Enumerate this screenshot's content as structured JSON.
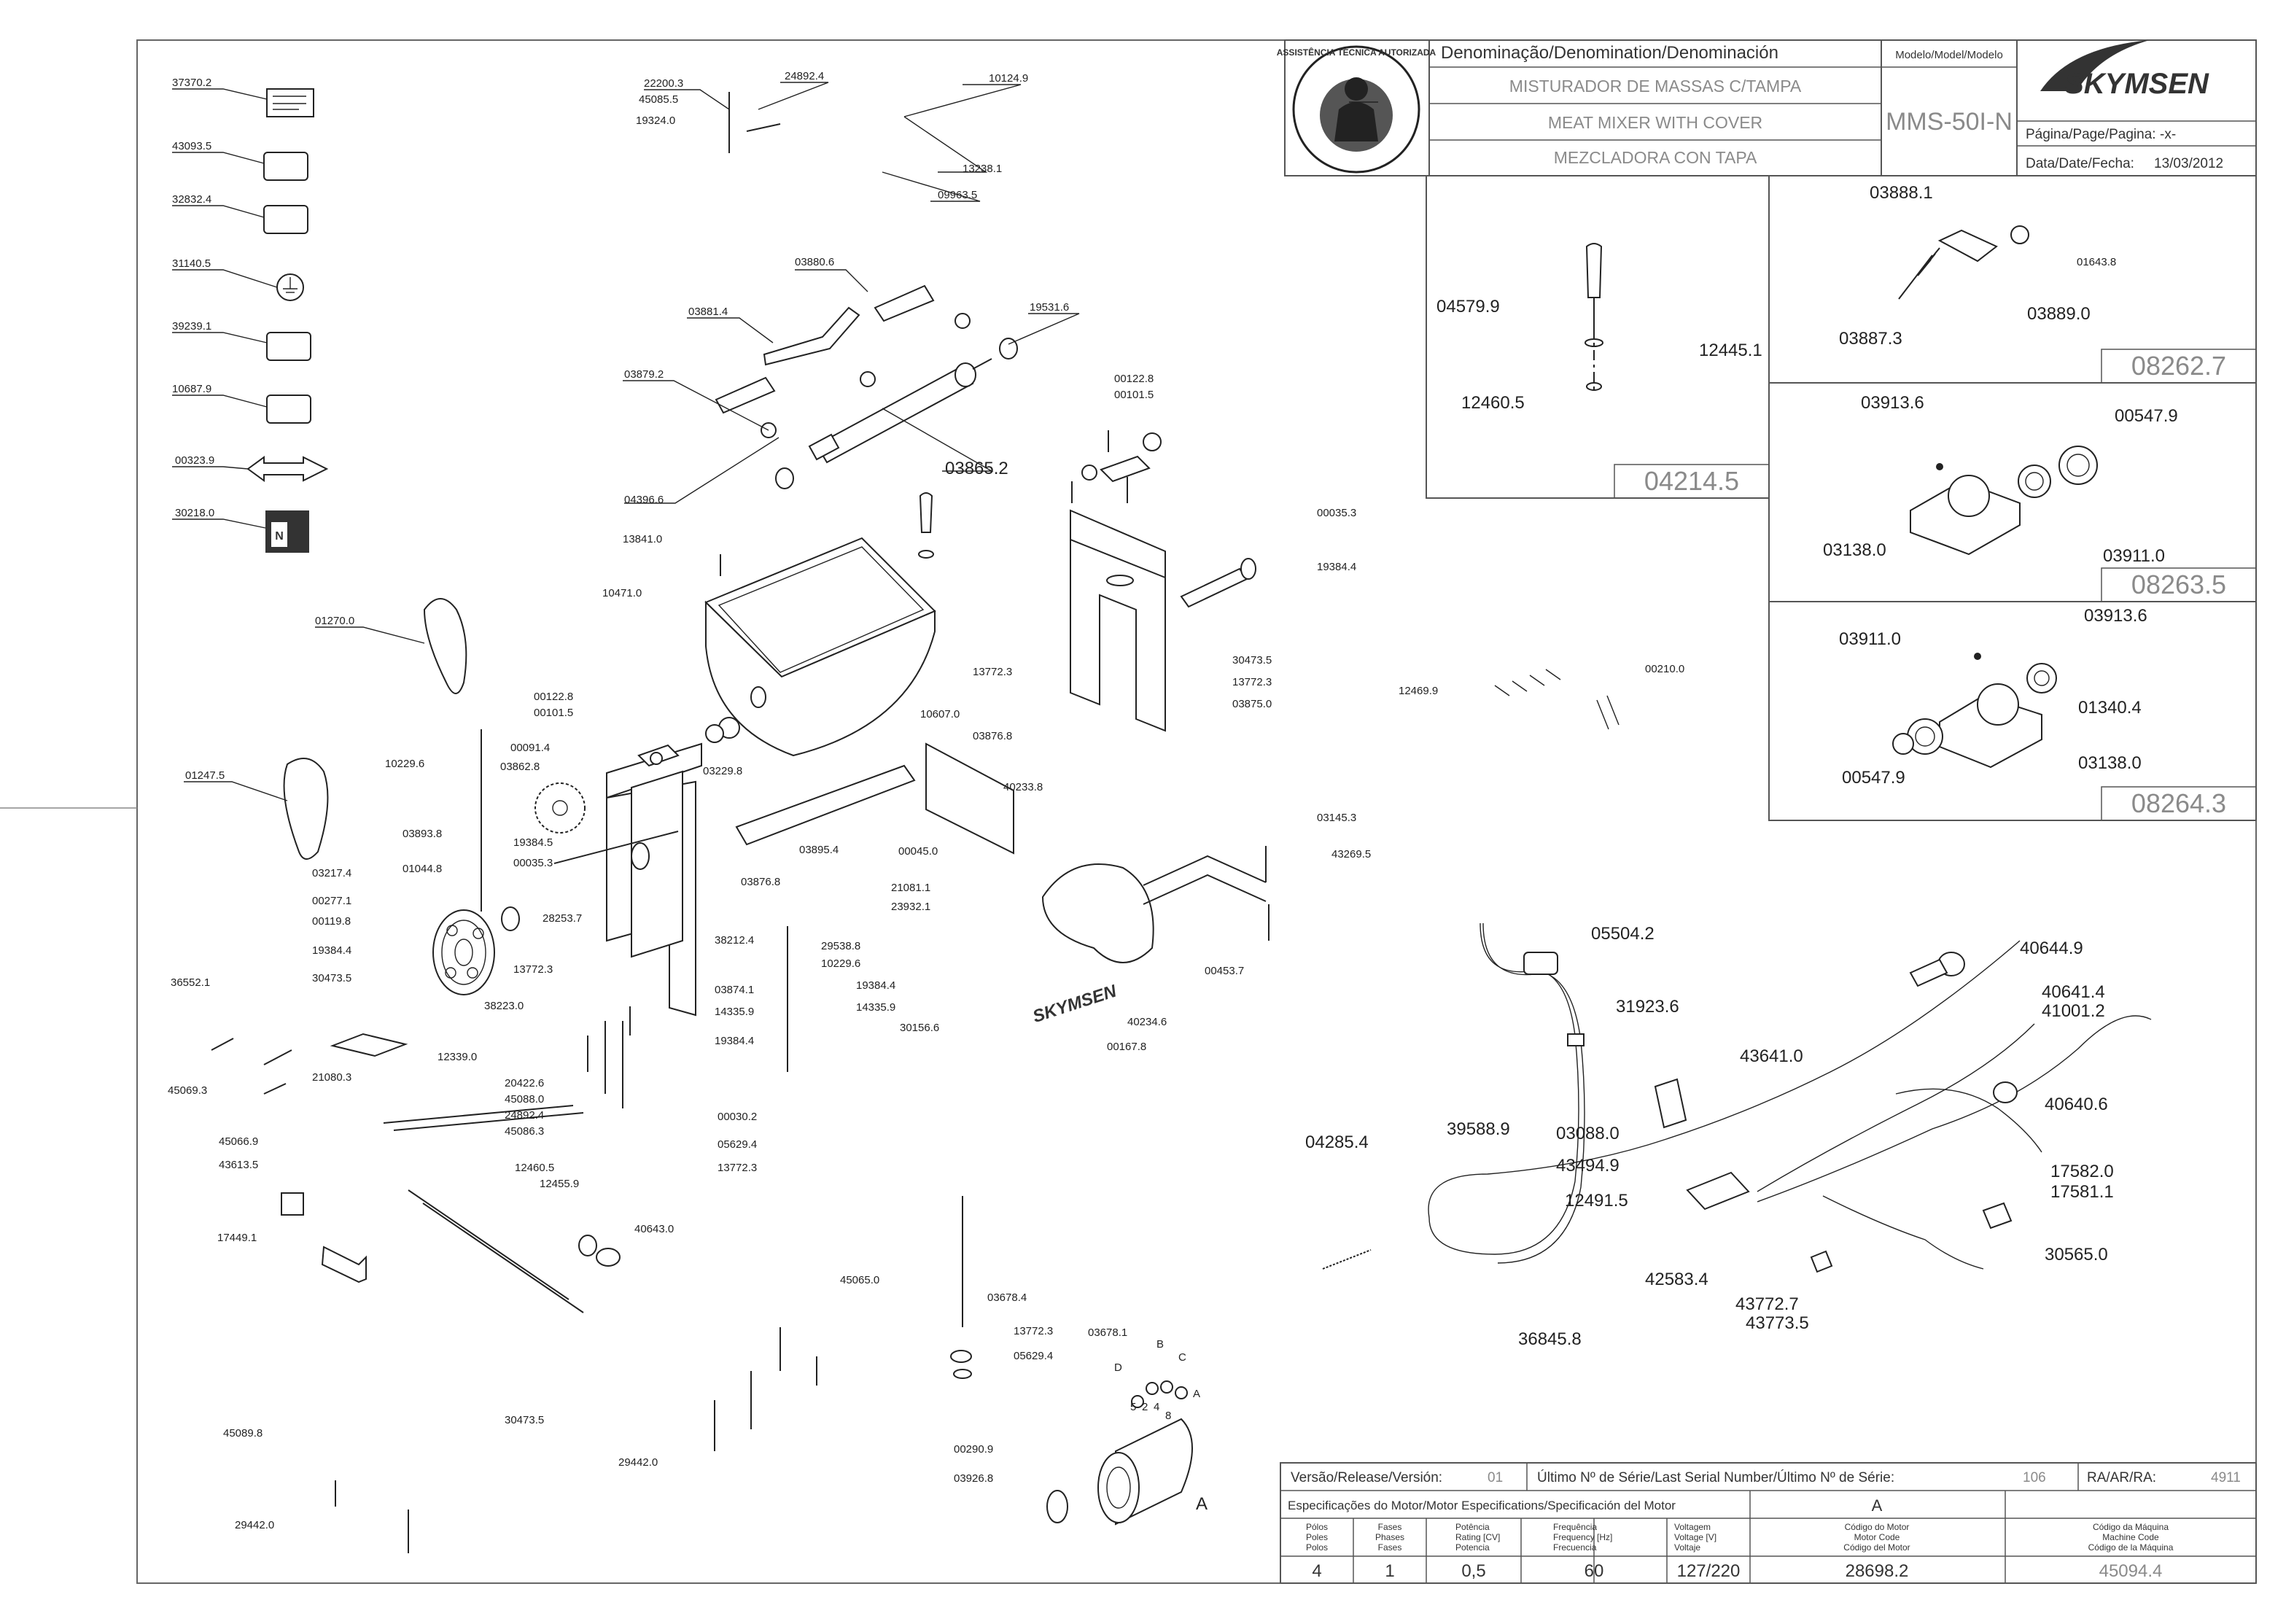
{
  "title_block": {
    "denomination_header": "Denominação/Denomination/Denominación",
    "model_header": "Modelo/Model/Modelo",
    "name_pt": "MISTURADOR DE MASSAS C/TAMPA",
    "name_en": "MEAT MIXER WITH COVER",
    "name_es": "MEZCLADORA CON TAPA",
    "model": "MMS-50I-N",
    "brand": "SKYMSEN",
    "seal_text": "ASSISTÊNCIA TÉCNICA AUTORIZADA",
    "page_label": "Página/Page/Pagina:",
    "page_value": "-x-",
    "date_label": "Data/Date/Fecha:",
    "date_value": "13/03/2012"
  },
  "spec_block": {
    "version_label": "Versão/Release/Versión:",
    "version_value": "01",
    "serial_label": "Último Nº de Série/Last Serial Number/Último Nº de Série:",
    "serial_value": "106",
    "ra_label": "RA/AR/RA:",
    "ra_value": "4911",
    "motor_spec_label": "Especificações do Motor/Motor Especifications/Specificación del Motor",
    "motor_letter": "A",
    "columns": [
      {
        "header": [
          "Pólos",
          "Poles",
          "Polos"
        ],
        "value": "4"
      },
      {
        "header": [
          "Fases",
          "Phases",
          "Fases"
        ],
        "value": "1"
      },
      {
        "header": [
          "Potência",
          "Rating [CV]",
          "Potencia"
        ],
        "value": "0,5"
      },
      {
        "header": [
          "Frequência",
          "Frequency [Hz]",
          "Frecuencia"
        ],
        "value": "60"
      },
      {
        "header": [
          "Voltagem",
          "Voltage [V]",
          "Voltaje"
        ],
        "value": "127/220"
      },
      {
        "header": [
          "Código do Motor",
          "Motor Code",
          "Código del Motor"
        ],
        "value": "28698.2"
      },
      {
        "header": [
          "Código da Máquina",
          "Machine Code",
          "Código de la Máquina"
        ],
        "value": "45094.4"
      }
    ]
  },
  "detail_panels": {
    "p04214": {
      "code": "04214.5",
      "parts": [
        "04579.9",
        "12445.1",
        "12460.5"
      ]
    },
    "p08262": {
      "code": "08262.7",
      "parts": [
        "03888.1",
        "01643.8",
        "03889.0",
        "03887.3"
      ]
    },
    "p08263": {
      "code": "08263.5",
      "parts": [
        "03913.6",
        "00547.9",
        "03911.0",
        "03138.0"
      ]
    },
    "p08264": {
      "code": "08264.3",
      "parts": [
        "03911.0",
        "03913.6",
        "01340.4",
        "03138.0",
        "00547.9"
      ]
    }
  },
  "labels_left_column": [
    "37370.2",
    "43093.5",
    "32832.4",
    "31140.5",
    "39239.1",
    "10687.9",
    "00323.9",
    "30218.0",
    "01270.0",
    "01247.5",
    "36552.1",
    "45069.3",
    "45066.9",
    "43613.5",
    "17449.1",
    "45089.8",
    "29442.0"
  ],
  "labels_center": [
    "22200.3",
    "24892.4",
    "45085.5",
    "19324.0",
    "10124.9",
    "13238.1",
    "09963.5",
    "03880.6",
    "03881.4",
    "19531.6",
    "03879.2",
    "03865.2",
    "04396.6",
    "13841.0",
    "10471.0",
    "10607.0",
    "00122.8",
    "00101.5",
    "00091.4",
    "03862.8",
    "03229.8",
    "10229.6",
    "19384.5",
    "00035.3",
    "03893.8",
    "01044.8",
    "03217.4",
    "00277.1",
    "00119.8",
    "19384.4",
    "30473.5",
    "28253.7",
    "13772.3",
    "38212.4",
    "03874.1",
    "03895.4",
    "03876.8",
    "38223.0",
    "14335.9",
    "19384.4",
    "12339.0",
    "21080.3",
    "20422.6",
    "45088.0",
    "24892.4",
    "45086.3",
    "00030.2",
    "05629.4",
    "13772.3",
    "12460.5",
    "12455.9",
    "40643.0",
    "30473.5",
    "45065.0",
    "29442.0",
    "40233.8",
    "00045.0",
    "21081.1",
    "23932.1",
    "29538.8",
    "10229.6",
    "19384.4",
    "14335.9",
    "30156.6",
    "40234.6",
    "00167.8",
    "03678.4",
    "13772.3",
    "05629.4",
    "03678.1",
    "00290.9",
    "03926.8"
  ],
  "labels_right_frame": [
    "00122.8",
    "00101.5",
    "00035.3",
    "19384.4",
    "13772.3",
    "03876.8",
    "30473.5",
    "13772.3",
    "03875.0",
    "03145.3",
    "43269.5",
    "00453.7"
  ],
  "labels_wiring": [
    "12469.9",
    "00210.0",
    "05504.2",
    "31923.6",
    "40644.9",
    "40641.4",
    "41001.2",
    "43641.0",
    "40640.6",
    "04285.4",
    "39588.9",
    "03088.0",
    "43494.9",
    "12491.5",
    "17582.0",
    "17581.1",
    "30565.0",
    "42583.4",
    "43772.7",
    "43773.5",
    "36845.8"
  ],
  "motor_terminals": [
    "A",
    "B",
    "C",
    "D",
    "5",
    "2",
    "4",
    "8",
    "A"
  ]
}
